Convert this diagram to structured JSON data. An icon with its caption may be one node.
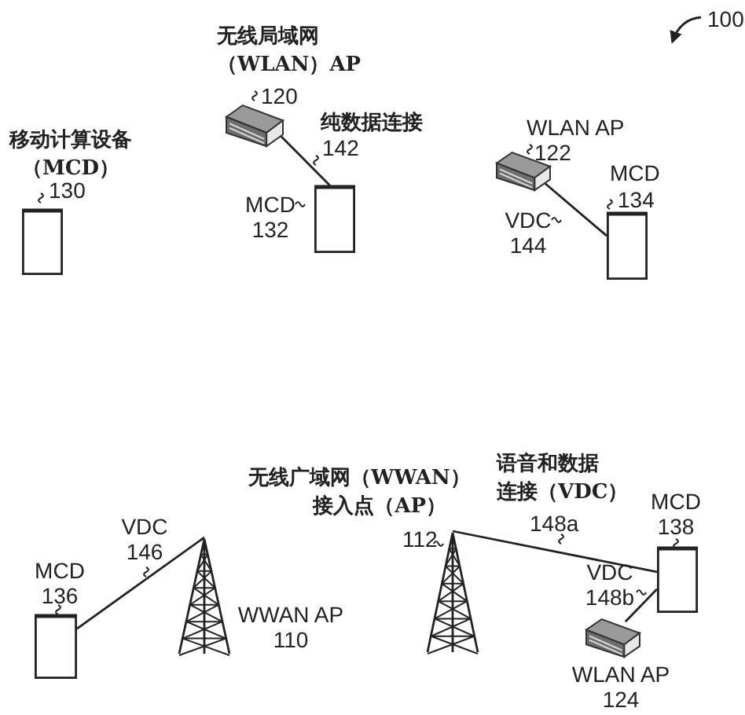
{
  "diagram": {
    "nodes": [
      {
        "text": [],
        "shape": "box",
        "beside": [
          "移动计算设备（MCD）",
          "130"
        ]
      },
      {
        "text": [],
        "shape": "router",
        "beside": [
          "无线局域网（WLAN）AP",
          "120"
        ]
      },
      {
        "text": [],
        "shape": "box",
        "beside": [
          "MCD 132"
        ]
      },
      {
        "text": [],
        "shape": "router",
        "beside": [
          "WLAN AP",
          "122"
        ]
      },
      {
        "text": [],
        "shape": "box",
        "beside": [
          "MCD",
          "134"
        ]
      },
      {
        "text": [],
        "shape": "box",
        "beside": [
          "MCD 136"
        ]
      },
      {
        "text": [],
        "shape": "tower",
        "beside": [
          "WWAN AP 110"
        ]
      },
      {
        "text": [],
        "shape": "tower",
        "beside": [
          "无线广域网（WWAN）接入点（AP）",
          "112"
        ]
      },
      {
        "text": [],
        "shape": "box",
        "beside": [
          "MCD 138"
        ]
      },
      {
        "text": [],
        "shape": "router",
        "beside": [
          "WLAN AP 124"
        ]
      }
    ],
    "edges": [
      {
        "from": 1,
        "to": 2,
        "arrow": "none",
        "label": "142"
      },
      {
        "from": 3,
        "to": 4,
        "arrow": "none",
        "label": "VDC 144"
      },
      {
        "from": 5,
        "to": 6,
        "arrow": "none",
        "label": "VDC 146"
      },
      {
        "from": 7,
        "to": 8,
        "arrow": "none",
        "label": "148a"
      },
      {
        "from": 9,
        "to": 8,
        "arrow": "none",
        "label": "VDC 148b"
      }
    ],
    "labels": [
      "纯数据连接",
      "语音和数据连接（VDC）",
      "100"
    ]
  }
}
